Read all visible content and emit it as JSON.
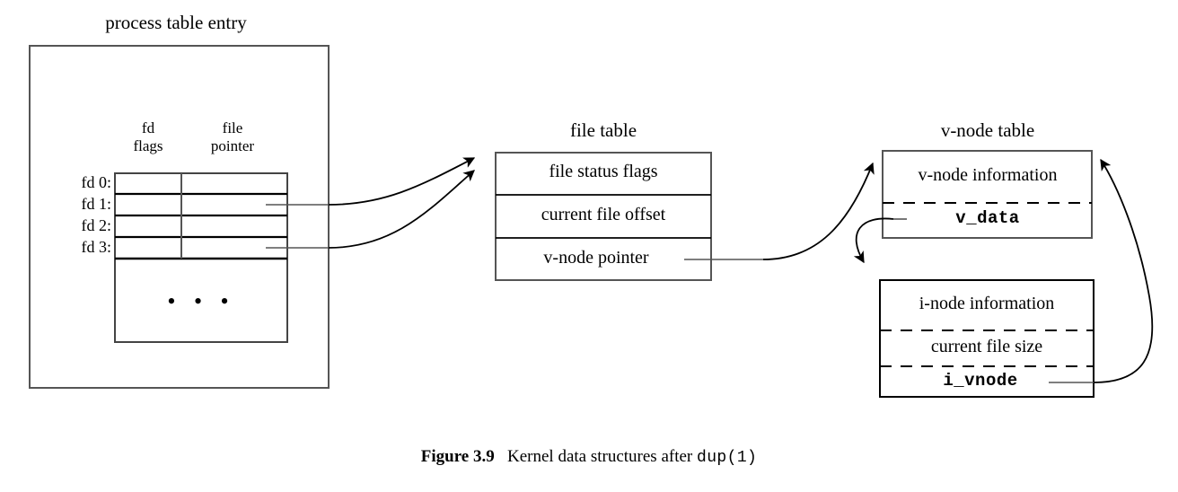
{
  "figure": {
    "caption_label": "Figure 3.9",
    "caption_text": "Kernel data structures after",
    "caption_code": "dup(1)"
  },
  "process_table": {
    "title": "process table entry",
    "column_headers": {
      "fd_flags": "fd\nflags",
      "fd_flags_line1": "fd",
      "fd_flags_line2": "flags",
      "file_pointer_line1": "file",
      "file_pointer_line2": "pointer"
    },
    "rows": [
      {
        "label": "fd 0:",
        "fd_flags": "",
        "file_pointer": "",
        "has_pointer": false
      },
      {
        "label": "fd 1:",
        "fd_flags": "",
        "file_pointer": "",
        "has_pointer": true
      },
      {
        "label": "fd 2:",
        "fd_flags": "",
        "file_pointer": "",
        "has_pointer": false
      },
      {
        "label": "fd 3:",
        "fd_flags": "",
        "file_pointer": "",
        "has_pointer": true
      }
    ],
    "ellipsis": "• • •"
  },
  "file_table": {
    "title": "file table",
    "rows": [
      {
        "label": "file status flags",
        "mono": false,
        "separator": "solid"
      },
      {
        "label": "current file offset",
        "mono": false,
        "separator": "solid"
      },
      {
        "label": "v-node pointer",
        "mono": false,
        "separator": "solid"
      }
    ]
  },
  "vnode_table": {
    "title": "v-node table",
    "vnode_box": {
      "rows": [
        {
          "label": "v-node information",
          "mono": false
        },
        {
          "label": "v_data",
          "mono": true
        }
      ]
    },
    "inode_box": {
      "rows": [
        {
          "label": "i-node information",
          "mono": false
        },
        {
          "label": "current file size",
          "mono": false
        },
        {
          "label": "i_vnode",
          "mono": true
        }
      ]
    }
  },
  "colors": {
    "stroke": "#000000",
    "background": "#ffffff",
    "box_border": "#4d4d4d"
  }
}
